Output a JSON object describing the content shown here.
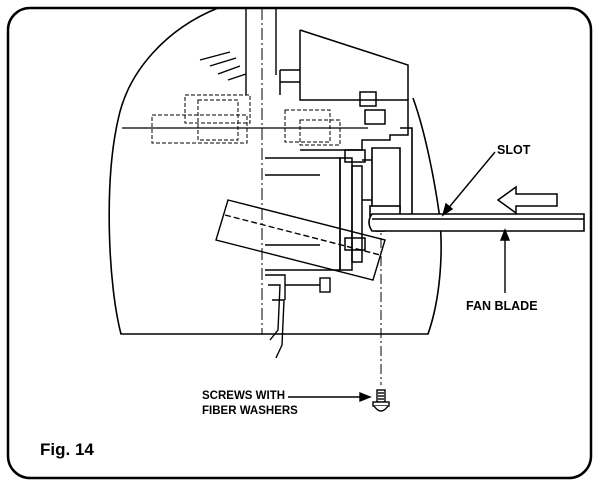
{
  "labels": {
    "slot": "SLOT",
    "fan_blade": "FAN BLADE",
    "screws_line1": "SCREWS WITH",
    "screws_line2": "FIBER WASHERS",
    "figure": "Fig. 14"
  }
}
